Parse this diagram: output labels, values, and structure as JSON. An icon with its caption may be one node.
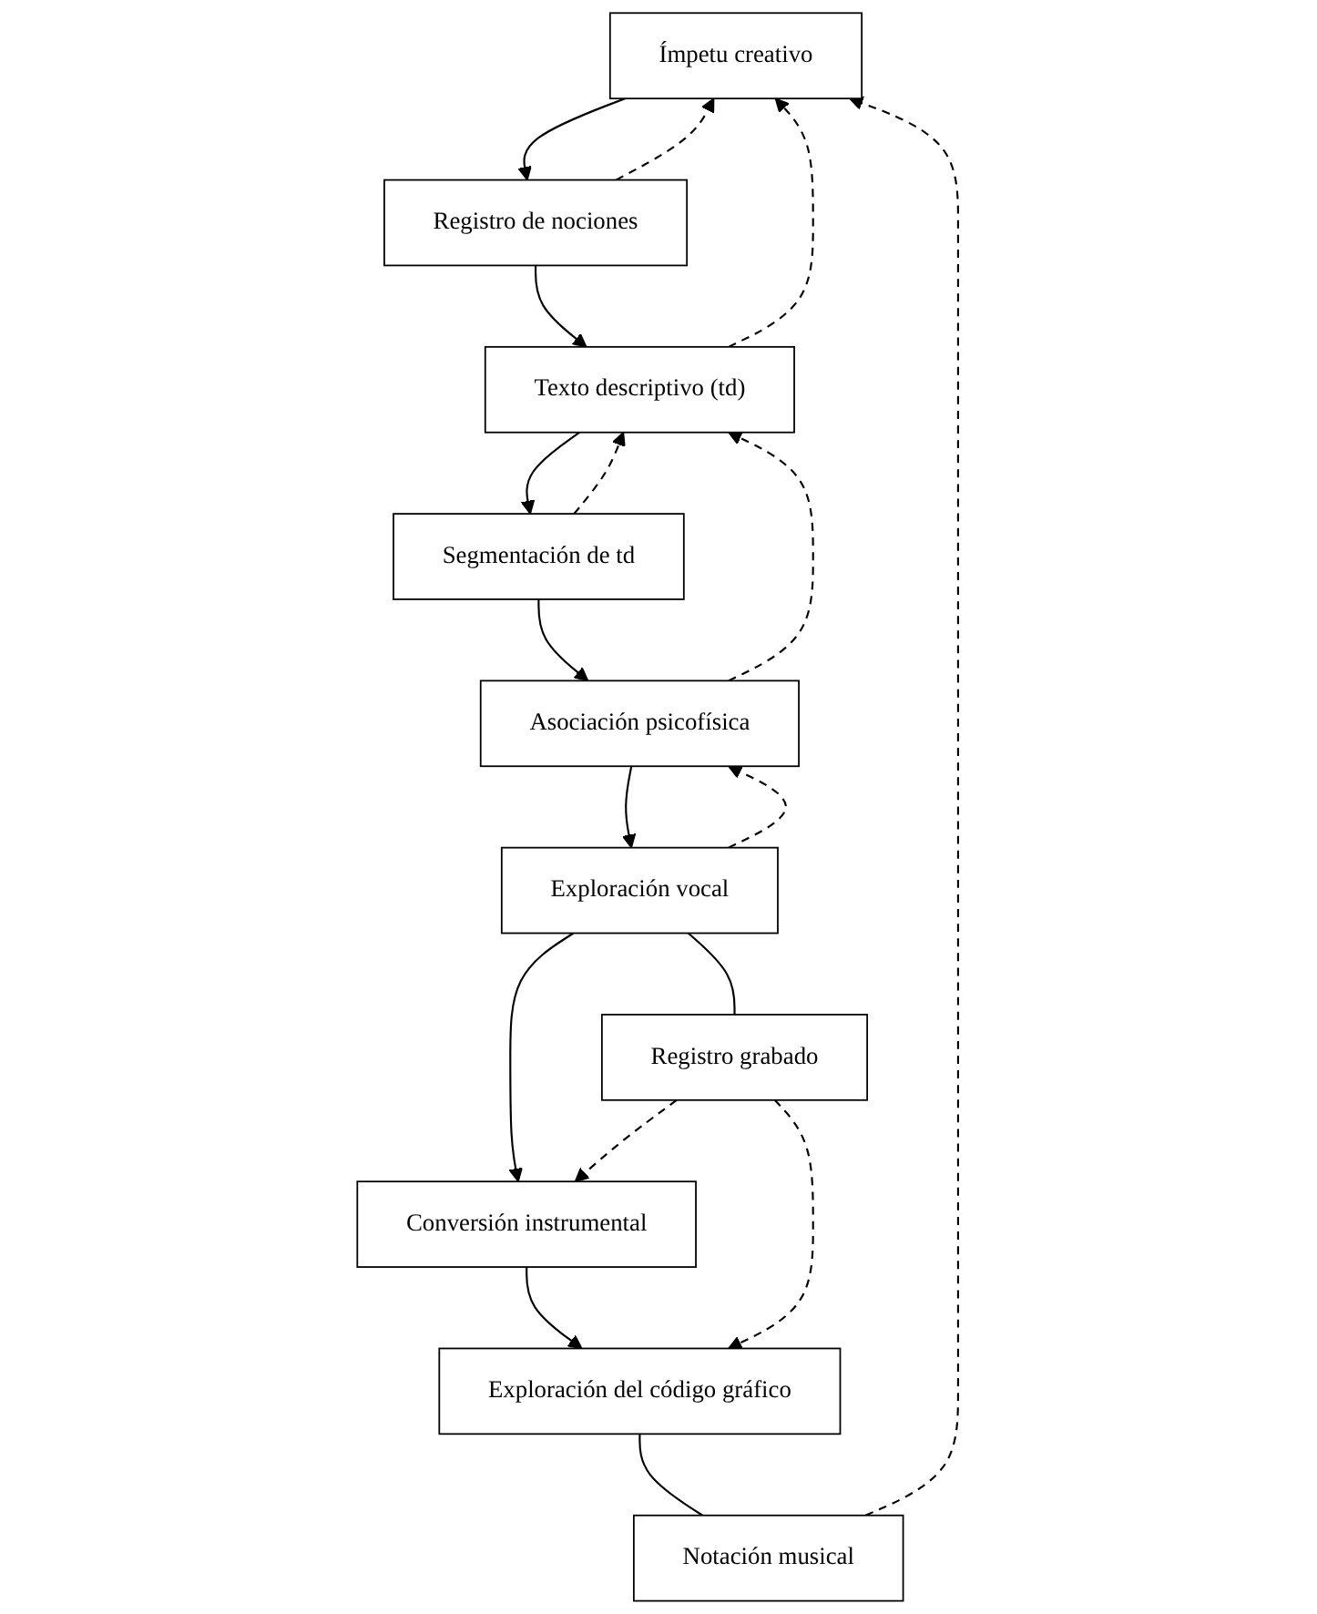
{
  "diagram": {
    "nodes": [
      {
        "text": [
          "Ímpetu creativo"
        ]
      },
      {
        "text": [
          "Registro de nociones"
        ]
      },
      {
        "text": [
          "Texto descriptivo (td)"
        ]
      },
      {
        "text": [
          "Segmentación de td"
        ]
      },
      {
        "text": [
          "Asociación psicofísica"
        ]
      },
      {
        "text": [
          "Exploración vocal"
        ]
      },
      {
        "text": [
          "Registro grabado"
        ]
      },
      {
        "text": [
          "Conversión instrumental"
        ]
      },
      {
        "text": [
          "Exploración del código gráfico"
        ]
      },
      {
        "text": [
          "Notación musical"
        ]
      }
    ],
    "edges": [
      {
        "from": 0,
        "to": 1,
        "arrow": "to"
      },
      {
        "from": 1,
        "to": 2,
        "arrow": "to"
      },
      {
        "from": 2,
        "to": 3,
        "arrow": "to"
      },
      {
        "from": 3,
        "to": 4,
        "arrow": "to"
      },
      {
        "from": 4,
        "to": 5,
        "arrow": "to"
      },
      {
        "from": 5,
        "to": 7,
        "arrow": "to"
      },
      {
        "from": 7,
        "to": 8,
        "arrow": "to"
      },
      {
        "from": 1,
        "to": 0,
        "arrow": "to",
        "style": "dashed"
      },
      {
        "from": 2,
        "to": 0,
        "arrow": "to",
        "style": "dashed"
      },
      {
        "from": 3,
        "to": 2,
        "arrow": "to",
        "style": "dashed"
      },
      {
        "from": 4,
        "to": 2,
        "arrow": "to",
        "style": "dashed"
      },
      {
        "from": 5,
        "to": 4,
        "arrow": "to",
        "style": "dashed"
      },
      {
        "from": 5,
        "to": 6,
        "arrow": "none"
      },
      {
        "from": 6,
        "to": 7,
        "arrow": "to",
        "style": "dashed"
      },
      {
        "from": 6,
        "to": 8,
        "arrow": "to",
        "style": "dashed"
      },
      {
        "from": 8,
        "to": 9,
        "arrow": "none"
      },
      {
        "from": 9,
        "to": 0,
        "arrow": "to",
        "style": "dashed"
      }
    ]
  }
}
